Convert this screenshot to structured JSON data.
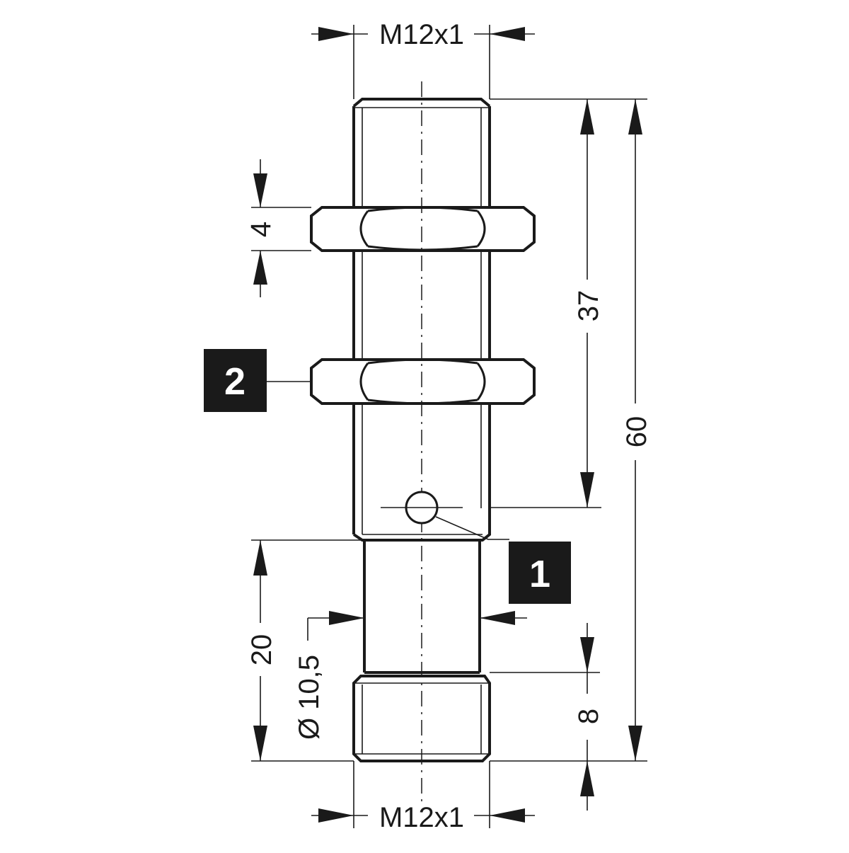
{
  "dimensions": {
    "thread_top": "M12x1",
    "thread_bottom": "M12x1",
    "nut_thickness": "4",
    "sensing_to_top": "37",
    "overall_length": "60",
    "connector_length": "20",
    "diameter": "Ø 10,5",
    "bottom_thread_length": "8"
  },
  "callouts": {
    "sensing_point": "1",
    "nut": "2"
  }
}
